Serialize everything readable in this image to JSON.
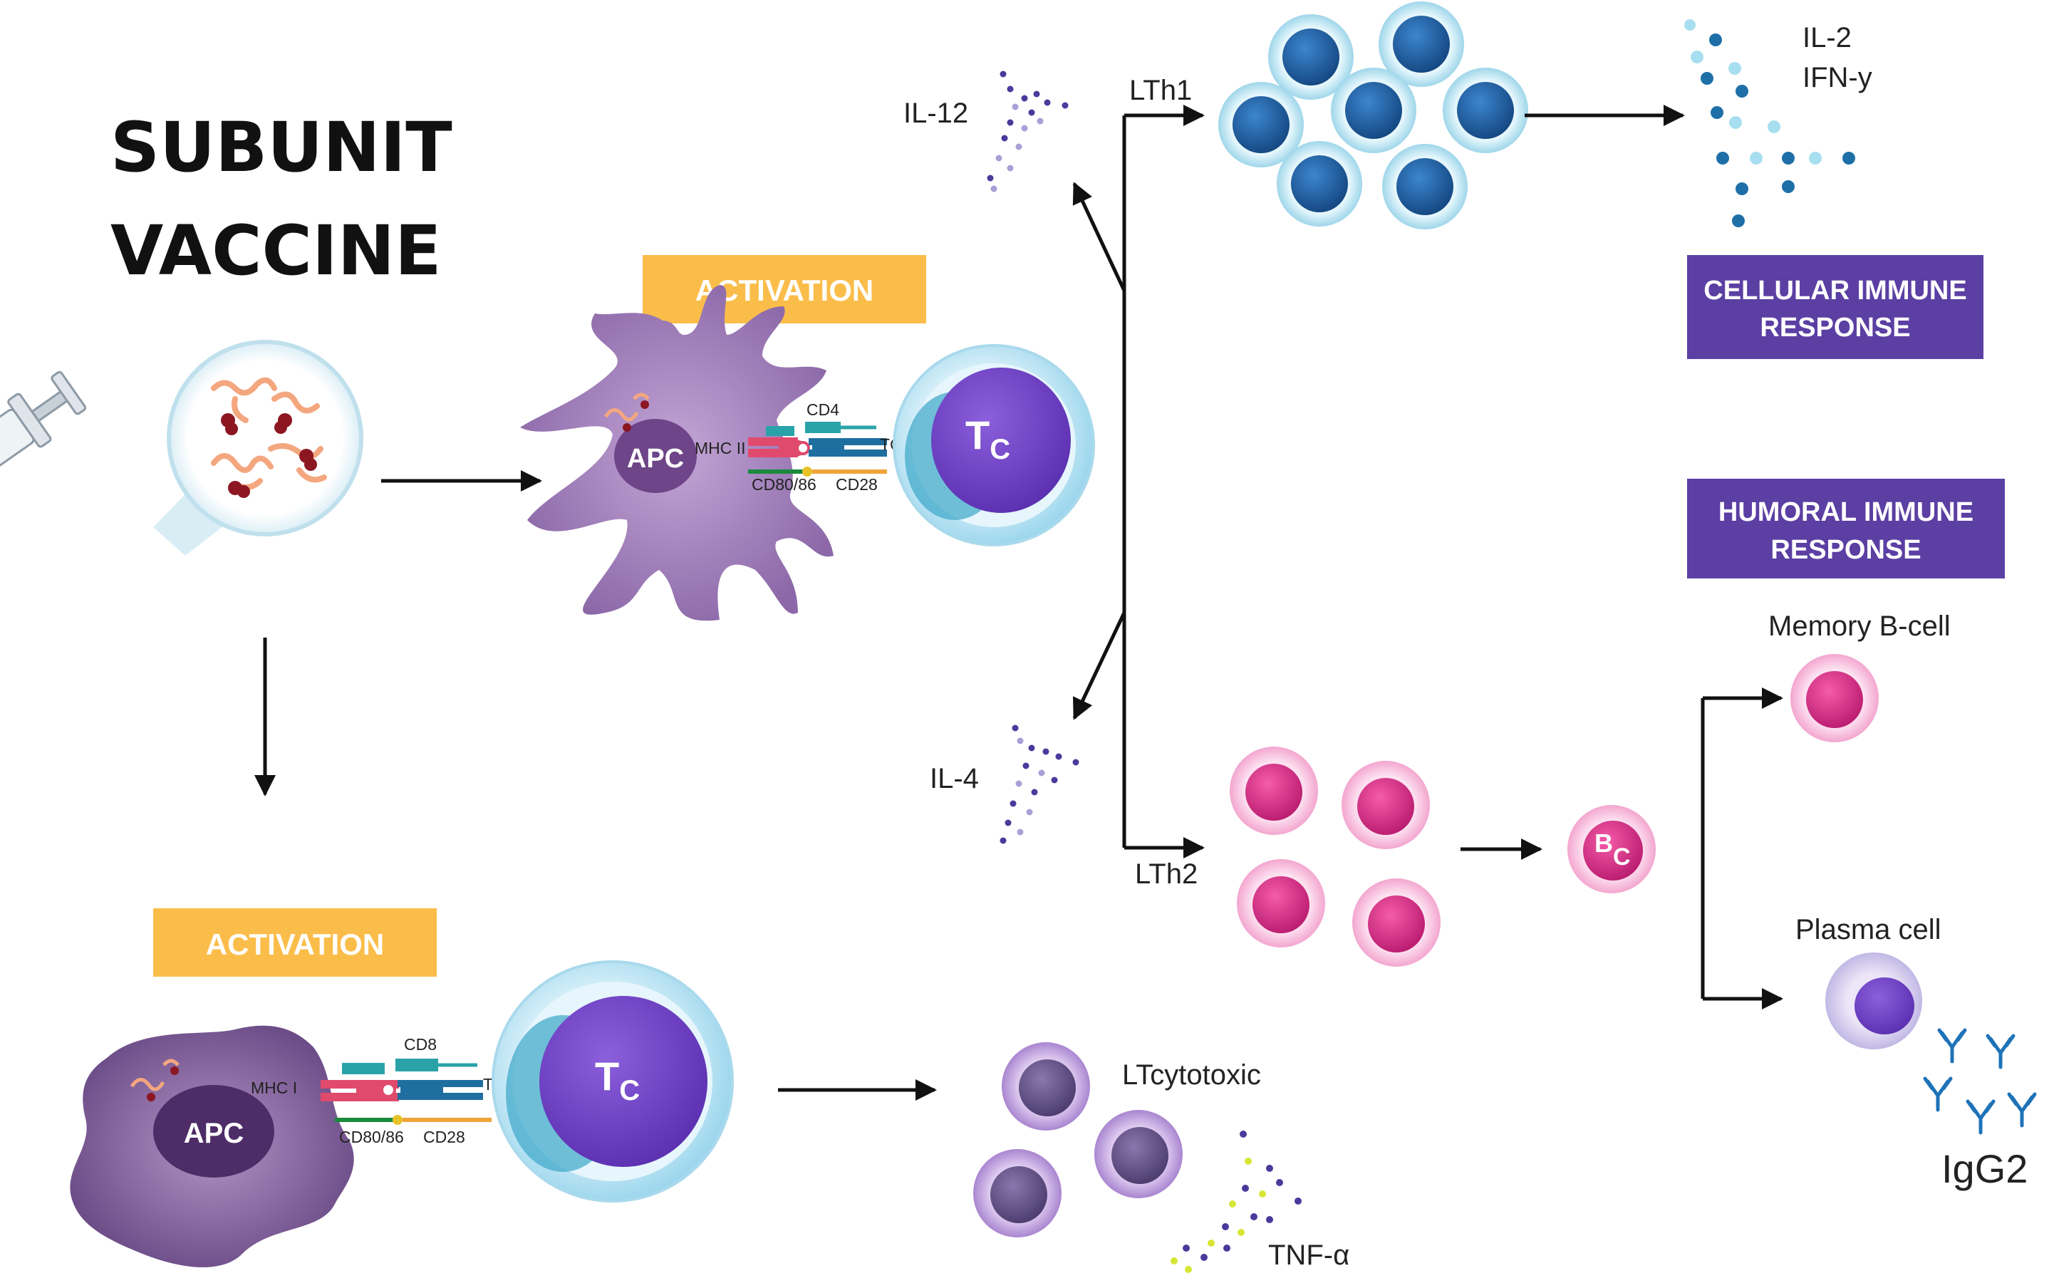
{
  "title": {
    "line1": "SUBUNIT",
    "line2": "VACCINE"
  },
  "activation": {
    "top": "ACTIVATION",
    "bottom": "ACTIVATION"
  },
  "apc_top": {
    "label": "APC",
    "mhc": "MHC II",
    "coreceptor": "CD4",
    "tcr": "TCR",
    "costim_apc": "CD80/86",
    "costim_t": "CD28"
  },
  "apc_bottom": {
    "label": "APC",
    "mhc": "MHC I",
    "coreceptor": "CD8",
    "tcr": "TCR",
    "costim_apc": "CD80/86",
    "costim_t": "CD28"
  },
  "tcell": {
    "letter": "T",
    "subscript": "C"
  },
  "cytokines": {
    "il12": "IL-12",
    "il4": "IL-4",
    "il2": "IL-2",
    "ifn": "IFN-y",
    "tnf": "TNF-α"
  },
  "lineages": {
    "th1": "LTh1",
    "th2": "LTh2",
    "cytotoxic": "LTcytotoxic"
  },
  "responses": {
    "cellular_line1": "CELLULAR IMMUNE",
    "cellular_line2": "RESPONSE",
    "humoral_line1": "HUMORAL IMMUNE",
    "humoral_line2": "RESPONSE"
  },
  "bcells": {
    "letter": "B",
    "subscript": "C",
    "memory": "Memory B-cell",
    "plasma": "Plasma cell",
    "antibody": "IgG2"
  },
  "colors": {
    "activation_bar": "#fbbd4a",
    "response_bar": "#5b3fa3",
    "th1_cell": "#1e5fa3",
    "th2_cell": "#dd2f8d",
    "apc": "#9a77b2",
    "tcell": "#7a4fc4"
  }
}
